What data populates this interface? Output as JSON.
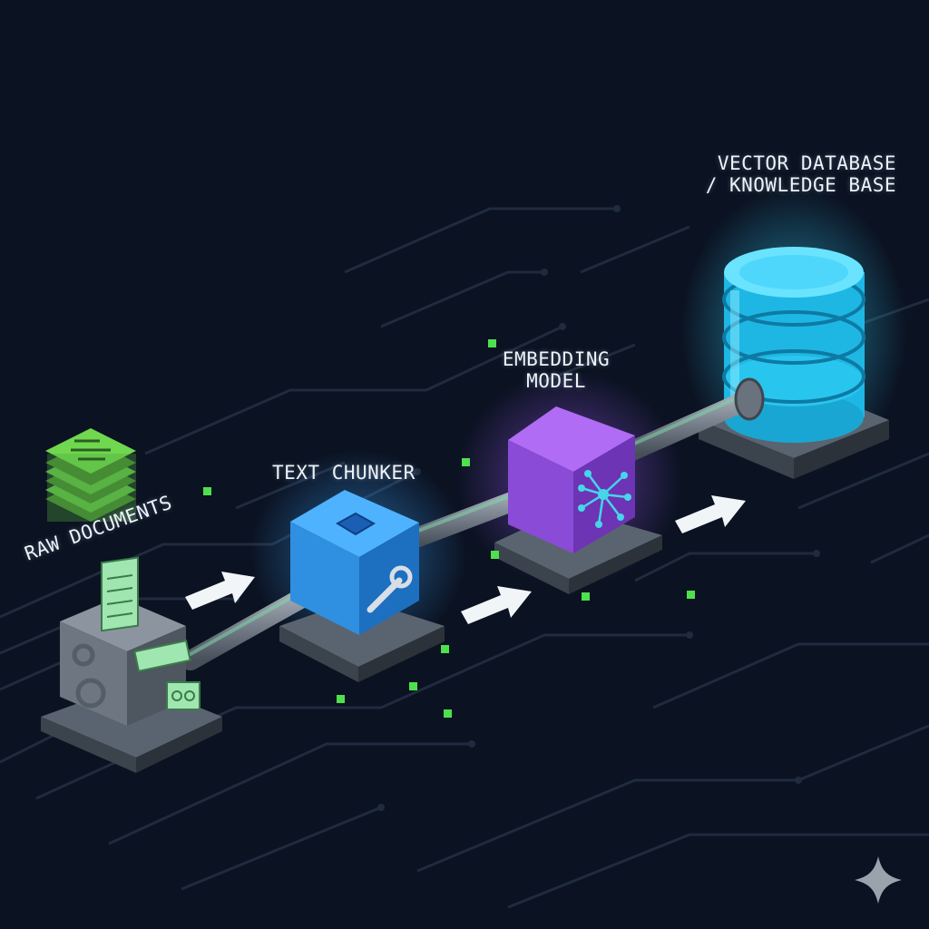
{
  "stages": [
    {
      "id": "raw-documents",
      "label": "RAW DOCUMENTS"
    },
    {
      "id": "text-chunker",
      "label": "TEXT CHUNKER"
    },
    {
      "id": "embedding-model",
      "label_line1": "EMBEDDING",
      "label_line2": "MODEL"
    },
    {
      "id": "vector-database",
      "label_line1": "VECTOR DATABASE",
      "label_line2": "/ KNOWLEDGE BASE"
    }
  ],
  "icons": {
    "document-stack": "document-stack-icon",
    "shredder": "document-processor-icon",
    "gear": "gear-icon",
    "chunk": "chunk-icon",
    "scissors": "cutter-icon",
    "network": "network-node-icon",
    "database": "database-icon",
    "arrow": "arrow-right-icon",
    "pipe": "pipe-connector",
    "sparkle": "sparkle-icon"
  },
  "colors": {
    "background": "#0b1221",
    "circuit": "#1e2a3d",
    "chunker": "#2f8fe0",
    "embedding": "#8a4bd6",
    "database": "#35c9ee",
    "documents": "#6fd84f",
    "pipe": "#7f8a96",
    "particle": "#4ee04e",
    "label": "#eef3f8"
  }
}
